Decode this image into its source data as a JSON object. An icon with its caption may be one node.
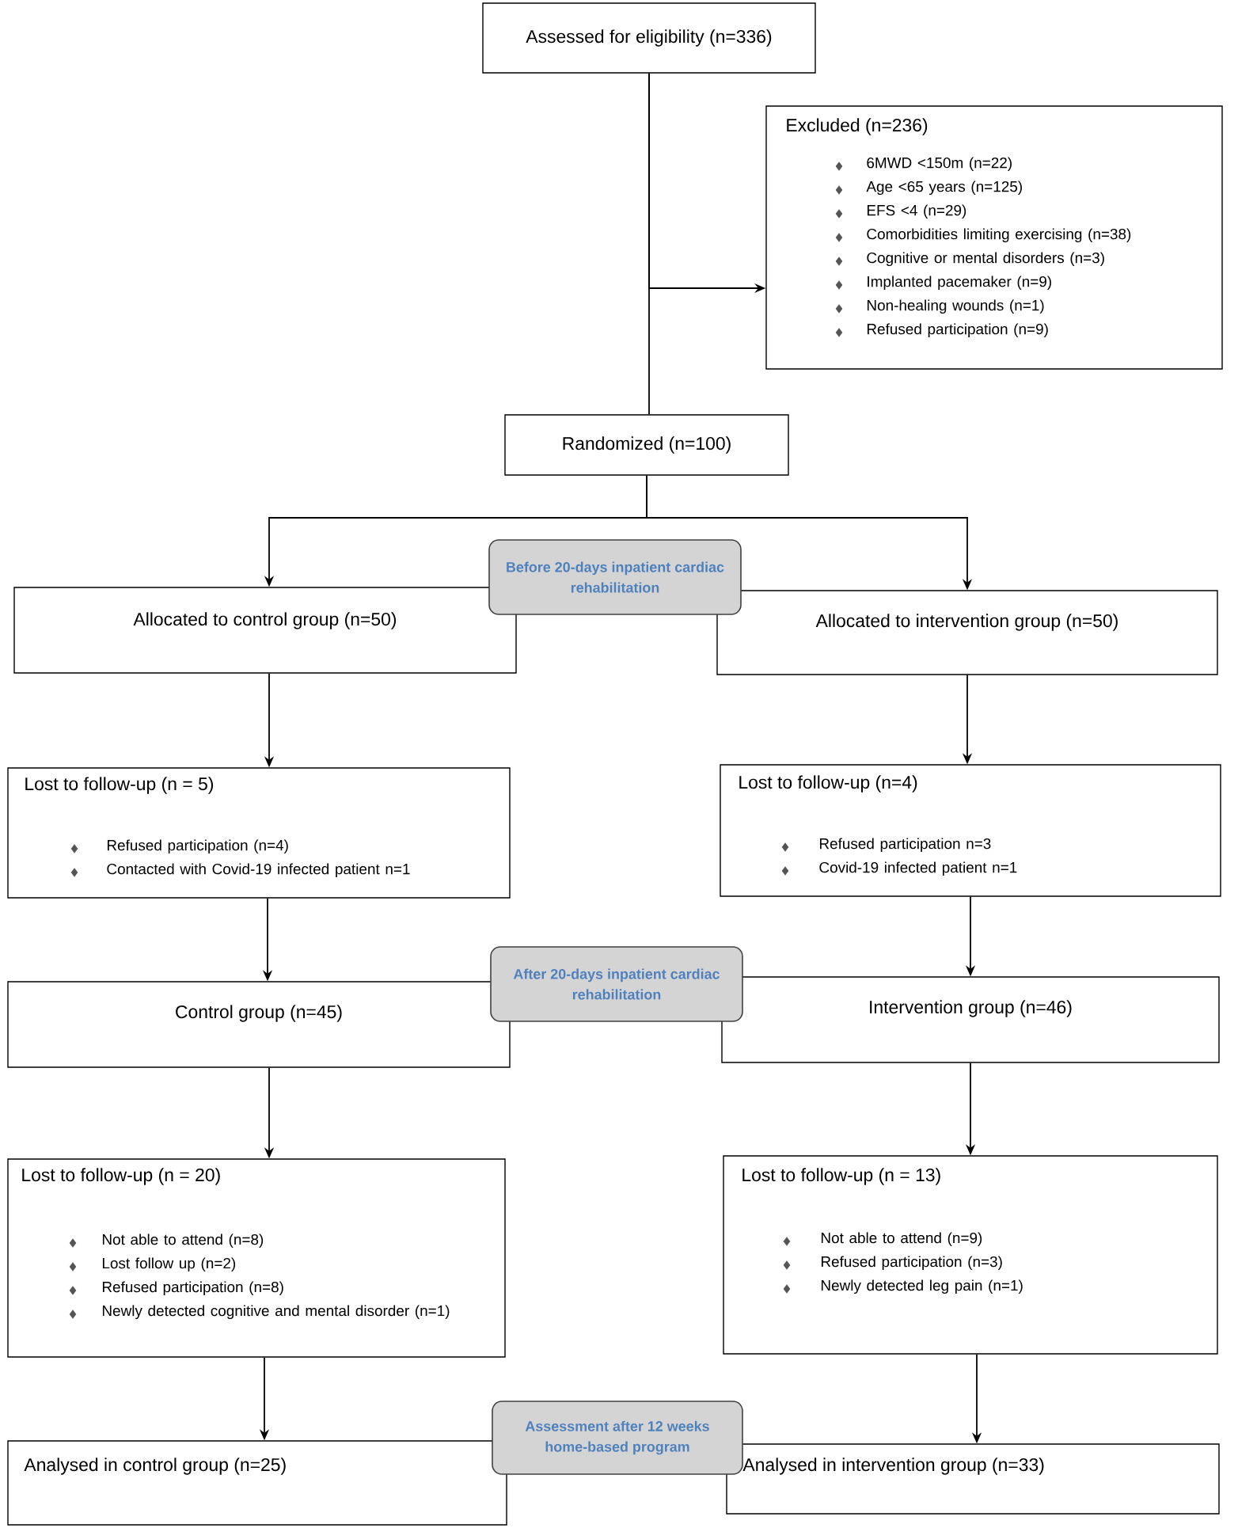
{
  "diagram": {
    "nodes": [
      {
        "text": [
          "Assessed for eligibility (n=336)"
        ]
      },
      {
        "text": [
          "Excluded (n=236)",
          "6MWD <150m (n=22)",
          "Age <65 years (n=125)",
          "EFS <4 (n=29)",
          "Comorbidities limiting exercising (n=38)",
          "Cognitive or mental disorders (n=3)",
          "Implanted pacemaker (n=9)",
          "Non-healing wounds (n=1)",
          "Refused participation (n=9)"
        ]
      },
      {
        "text": [
          "Randomized (n=100)"
        ]
      },
      {
        "text": [
          "Before 20-days inpatient cardiac rehabilitation"
        ]
      },
      {
        "text": [
          "Allocated to control group (n=50)"
        ]
      },
      {
        "text": [
          "Allocated to intervention group (n=50)"
        ]
      },
      {
        "text": [
          "Lost to follow-up (n = 5)",
          "Refused participation (n=4)",
          "Contacted with Covid-19 infected patient n=1"
        ]
      },
      {
        "text": [
          "Lost to follow-up (n=4)",
          "Refused participation n=3",
          "Covid-19 infected patient n=1"
        ]
      },
      {
        "text": [
          "After 20-days inpatient cardiac rehabilitation"
        ]
      },
      {
        "text": [
          "Control group (n=45)"
        ]
      },
      {
        "text": [
          "Intervention group (n=46)"
        ]
      },
      {
        "text": [
          "Lost to follow-up (n = 20)",
          "Not able to attend (n=8)",
          "Lost follow up (n=2)",
          "Refused participation (n=8)",
          "Newly detected cognitive and mental disorder (n=1)"
        ]
      },
      {
        "text": [
          "Lost to follow-up (n = 13)",
          "Not able to attend (n=9)",
          "Refused participation (n=3)",
          "Newly detected leg pain (n=1)"
        ]
      },
      {
        "text": [
          "Assessment after 12 weeks home-based program"
        ]
      },
      {
        "text": [
          "Analysed in control group  (n=25)"
        ]
      },
      {
        "text": [
          "Analysed in intervention group  (n=33)"
        ]
      }
    ],
    "edges": [
      {
        "from": 0,
        "to": 2,
        "arrow": "none"
      },
      {
        "from": 0,
        "to": 1,
        "arrow": "to"
      },
      {
        "from": 2,
        "to": 4,
        "arrow": "to"
      },
      {
        "from": 2,
        "to": 5,
        "arrow": "to"
      },
      {
        "from": 4,
        "to": 6,
        "arrow": "to"
      },
      {
        "from": 5,
        "to": 7,
        "arrow": "to"
      },
      {
        "from": 6,
        "to": 9,
        "arrow": "to"
      },
      {
        "from": 7,
        "to": 10,
        "arrow": "to"
      },
      {
        "from": 9,
        "to": 11,
        "arrow": "to"
      },
      {
        "from": 10,
        "to": 12,
        "arrow": "to"
      },
      {
        "from": 11,
        "to": 14,
        "arrow": "to"
      },
      {
        "from": 12,
        "to": 15,
        "arrow": "to"
      }
    ]
  }
}
